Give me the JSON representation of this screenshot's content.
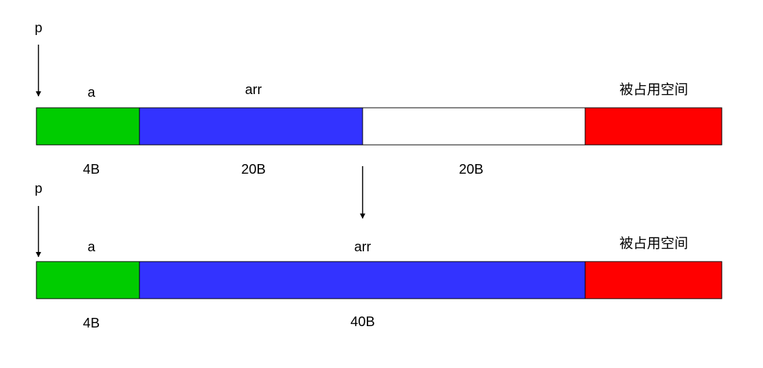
{
  "top": {
    "pointer_label": "p",
    "blocks": [
      {
        "name": "a",
        "label": "a",
        "size": "4B",
        "color": "#00cc00"
      },
      {
        "name": "arr",
        "label": "arr",
        "size": "20B",
        "color": "#3333ff"
      },
      {
        "name": "free",
        "label": "",
        "size": "20B",
        "color": "#ffffff"
      },
      {
        "name": "occupied",
        "label": "被占用空间",
        "size": "",
        "color": "#ff0000"
      }
    ]
  },
  "bottom": {
    "pointer_label": "p",
    "blocks": [
      {
        "name": "a",
        "label": "a",
        "size": "4B",
        "color": "#00cc00"
      },
      {
        "name": "arr",
        "label": "arr",
        "size": "40B",
        "color": "#3333ff"
      },
      {
        "name": "occupied",
        "label": "被占用空间",
        "size": "",
        "color": "#ff0000"
      }
    ]
  }
}
